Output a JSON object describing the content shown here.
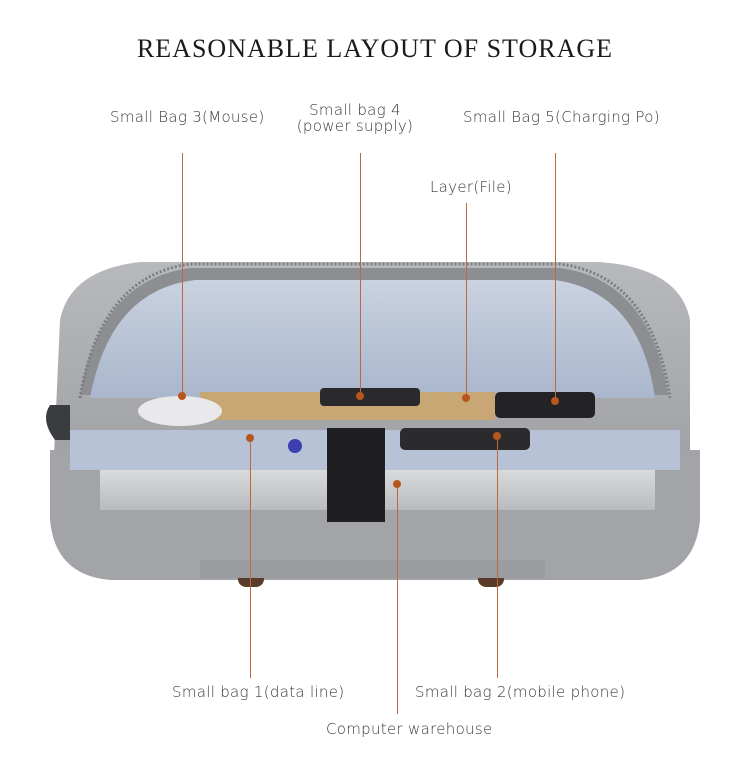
{
  "title": "REASONABLE LAYOUT OF STORAGE",
  "callouts": {
    "bag3": "Small Bag 3(Mouse)",
    "bag4_line1": "Small bag 4",
    "bag4_line2": "(power supply)",
    "bag5": "Small Bag 5(Charging Po)",
    "layer": "Layer(File)",
    "bag1": "Small bag 1(data line)",
    "bag2": "Small bag 2(mobile phone)",
    "computer": "Computer warehouse"
  },
  "colors": {
    "leader_line": "#c0683a",
    "bag_gray": "#9d9fa3",
    "lining_blue": "#b3c0d6"
  }
}
